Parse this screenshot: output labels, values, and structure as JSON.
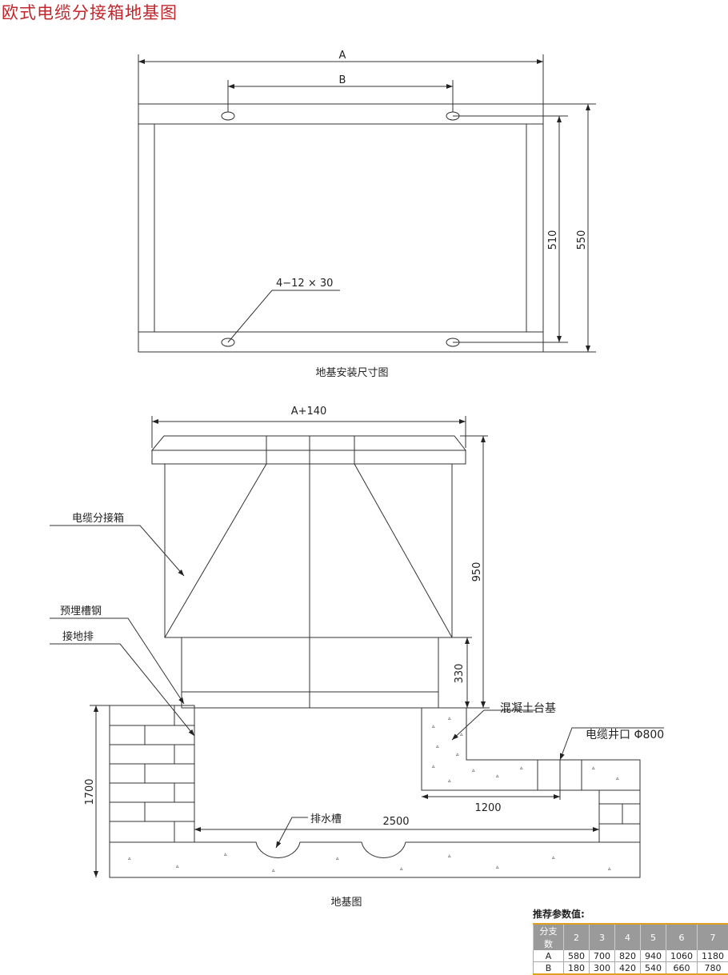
{
  "title": "欧式电缆分接箱地基图",
  "plan": {
    "dim_a": "A",
    "dim_b": "B",
    "dim_510": "510",
    "dim_550": "550",
    "holes": "4−12 × 30",
    "caption": "地基安装尺寸图"
  },
  "section": {
    "dim_width": "A+140",
    "dim_950": "950",
    "dim_330": "330",
    "dim_1700": "1700",
    "dim_1200": "1200",
    "dim_2500": "2500",
    "label_box": "电缆分接箱",
    "label_channel": "预埋槽钢",
    "label_ground": "接地排",
    "label_concrete": "混凝土台基",
    "label_well": "电缆井口 Φ800",
    "label_drain": "排水槽",
    "caption": "地基图"
  },
  "params": {
    "caption": "推荐参数值:",
    "header": [
      "分支数",
      "2",
      "3",
      "4",
      "5",
      "6",
      "7"
    ],
    "rows": [
      [
        "A",
        "580",
        "700",
        "820",
        "940",
        "1060",
        "1180"
      ],
      [
        "B",
        "180",
        "300",
        "420",
        "540",
        "660",
        "780"
      ]
    ]
  }
}
